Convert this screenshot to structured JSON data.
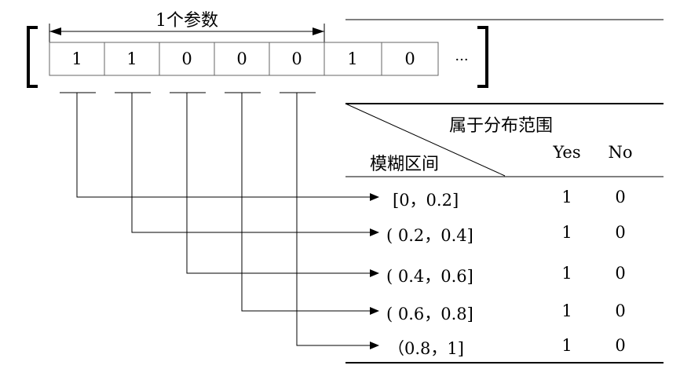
{
  "parameter_label": "1个参数",
  "bits": [
    "1",
    "1",
    "0",
    "0",
    "0",
    "1",
    "0"
  ],
  "ellipsis": "···",
  "table": {
    "diagonal_header_top": "属于分布范围",
    "diagonal_header_bottom": "模糊区间",
    "col_yes": "Yes",
    "col_no": "No",
    "rows": [
      {
        "interval": "[0，0.2]",
        "yes": "1",
        "no": "0"
      },
      {
        "interval": "( 0.2，0.4]",
        "yes": "1",
        "no": "0"
      },
      {
        "interval": "( 0.4，0.6]",
        "yes": "1",
        "no": "0"
      },
      {
        "interval": "( 0.6，0.8]",
        "yes": "1",
        "no": "0"
      },
      {
        "interval": "（0.8，1]",
        "yes": "1",
        "no": "0"
      }
    ]
  }
}
